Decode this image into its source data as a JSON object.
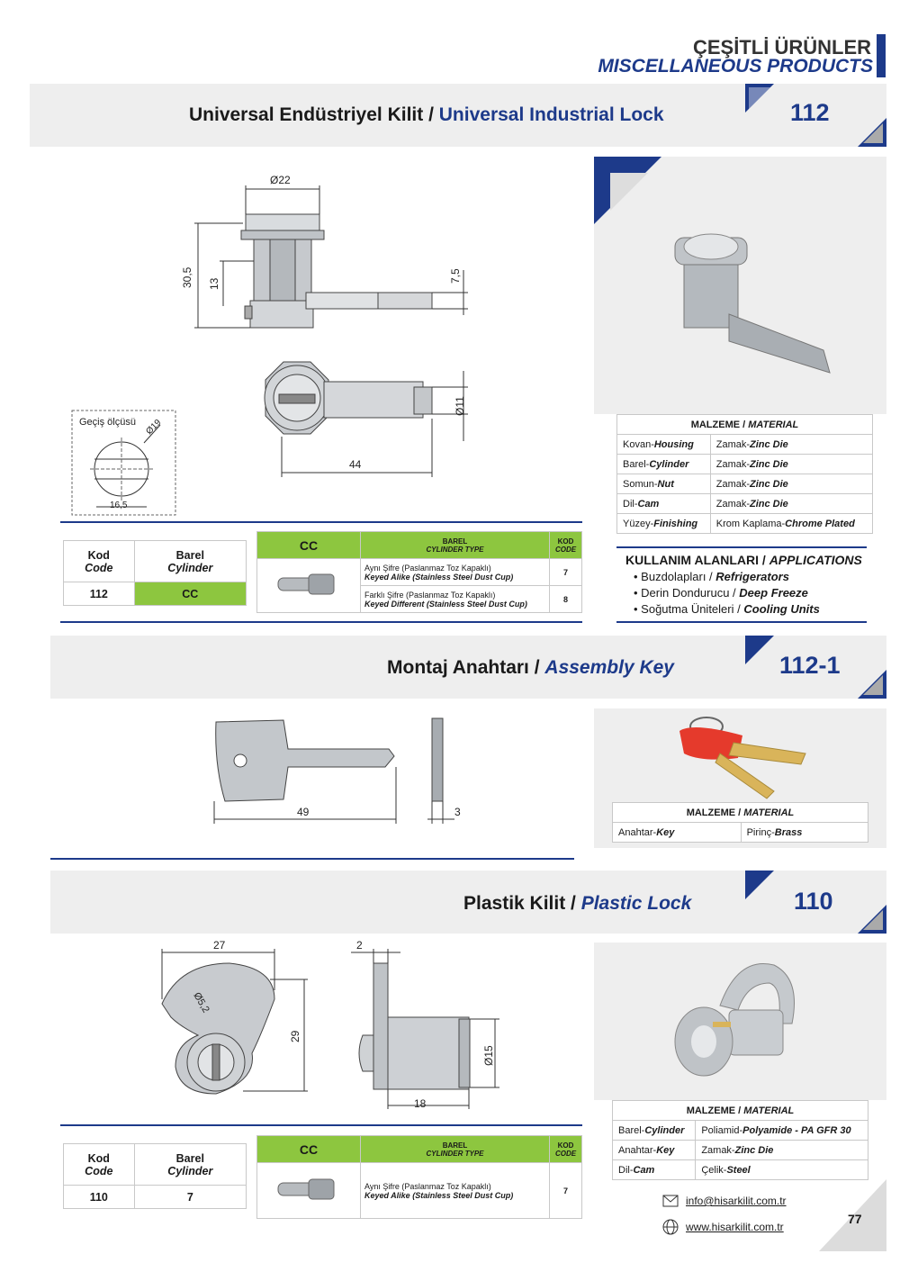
{
  "header": {
    "title_tr": "ÇEŞİTLİ ÜRÜNLER",
    "title_en": "MISCELLANEOUS PRODUCTS"
  },
  "colors": {
    "navy": "#1d3a8a",
    "green": "#8dc63f",
    "band": "#eeeeee",
    "lock_red": "#e53a2c",
    "brass": "#d9b45a"
  },
  "section1": {
    "title_tr": "Universal Endüstriyel Kilit /",
    "title_en": "Universal Industrial Lock",
    "number": "112",
    "dims": {
      "d22": "Ø22",
      "h305": "30,5",
      "h13": "13",
      "h75": "7,5",
      "d11": "Ø11",
      "w44": "44",
      "pass_label": "Geçiş ölçüsü",
      "d19": "Ø19",
      "w165": "16,5"
    },
    "code_table": {
      "kod": "Kod",
      "code": "Code",
      "barel": "Barel",
      "cylinder": "Cylinder",
      "row_code": "112",
      "row_cyl": "CC"
    },
    "cyl_table": {
      "cc": "CC",
      "barel": "BAREL",
      "cyl_type": "CYLINDER TYPE",
      "kod": "KOD",
      "code": "CODE",
      "rows": [
        {
          "tr": "Aynı Şifre (Paslanmaz Toz Kapaklı)",
          "en": "Keyed Alike (Stainless Steel Dust Cup)",
          "code": "7"
        },
        {
          "tr": "Farklı Şifre (Paslanmaz Toz Kapaklı)",
          "en": "Keyed Different (Stainless Steel Dust Cup)",
          "code": "8"
        }
      ]
    },
    "material": {
      "header_tr": "MALZEME /",
      "header_en": "MATERIAL",
      "rows": [
        {
          "part_tr": "Kovan-",
          "part_en": "Housing",
          "mat_tr": "Zamak-",
          "mat_en": "Zinc Die"
        },
        {
          "part_tr": "Barel-",
          "part_en": "Cylinder",
          "mat_tr": "Zamak-",
          "mat_en": "Zinc Die"
        },
        {
          "part_tr": "Somun-",
          "part_en": "Nut",
          "mat_tr": "Zamak-",
          "mat_en": "Zinc Die"
        },
        {
          "part_tr": "Dil-",
          "part_en": "Cam",
          "mat_tr": "Zamak-",
          "mat_en": "Zinc Die"
        },
        {
          "part_tr": "Yüzey-",
          "part_en": "Finishing",
          "mat_tr": "Krom Kaplama-",
          "mat_en": "Chrome Plated"
        }
      ]
    },
    "applications": {
      "title_tr": "KULLANIM ALANLARI /",
      "title_en": "APPLICATIONS",
      "items": [
        {
          "tr": "Buzdolapları /",
          "en": "Refrigerators"
        },
        {
          "tr": "Derin Dondurucu /",
          "en": "Deep Freeze"
        },
        {
          "tr": "Soğutma Üniteleri /",
          "en": "Cooling Units"
        }
      ]
    }
  },
  "section2": {
    "title_tr": "Montaj Anahtarı /",
    "title_en": "Assembly Key",
    "number": "112-1",
    "dims": {
      "w49": "49",
      "w3": "3"
    },
    "material": {
      "header_tr": "MALZEME /",
      "header_en": "MATERIAL",
      "rows": [
        {
          "part_tr": "Anahtar-",
          "part_en": "Key",
          "mat_tr": "Pirinç-",
          "mat_en": "Brass"
        }
      ]
    }
  },
  "section3": {
    "title_tr": "Plastik Kilit /",
    "title_en": "Plastic Lock",
    "number": "110",
    "dims": {
      "w27": "27",
      "d52": "Ø5,2",
      "h29": "29",
      "w2": "2",
      "d15": "Ø15",
      "w18": "18"
    },
    "code_table": {
      "kod": "Kod",
      "code": "Code",
      "barel": "Barel",
      "cylinder": "Cylinder",
      "row_code": "110",
      "row_cyl": "7"
    },
    "cyl_table": {
      "cc": "CC",
      "barel": "BAREL",
      "cyl_type": "CYLINDER TYPE",
      "kod": "KOD",
      "code": "CODE",
      "rows": [
        {
          "tr": "Aynı Şifre (Paslanmaz Toz Kapaklı)",
          "en": "Keyed Alike (Stainless Steel Dust Cup)",
          "code": "7"
        }
      ]
    },
    "material": {
      "header_tr": "MALZEME /",
      "header_en": "MATERIAL",
      "rows": [
        {
          "part_tr": "Barel-",
          "part_en": "Cylinder",
          "mat_tr": "Poliamid-",
          "mat_en": "Polyamide - PA GFR 30"
        },
        {
          "part_tr": "Anahtar-",
          "part_en": "Key",
          "mat_tr": "Zamak-",
          "mat_en": "Zinc Die"
        },
        {
          "part_tr": "Dil-",
          "part_en": "Cam",
          "mat_tr": "Çelik-",
          "mat_en": "Steel"
        }
      ]
    }
  },
  "footer": {
    "email": "info@hisarkilit.com.tr",
    "web": "www.hisarkilit.com.tr",
    "page": "77",
    "email_icon": "envelope-icon",
    "web_icon": "globe-icon"
  }
}
